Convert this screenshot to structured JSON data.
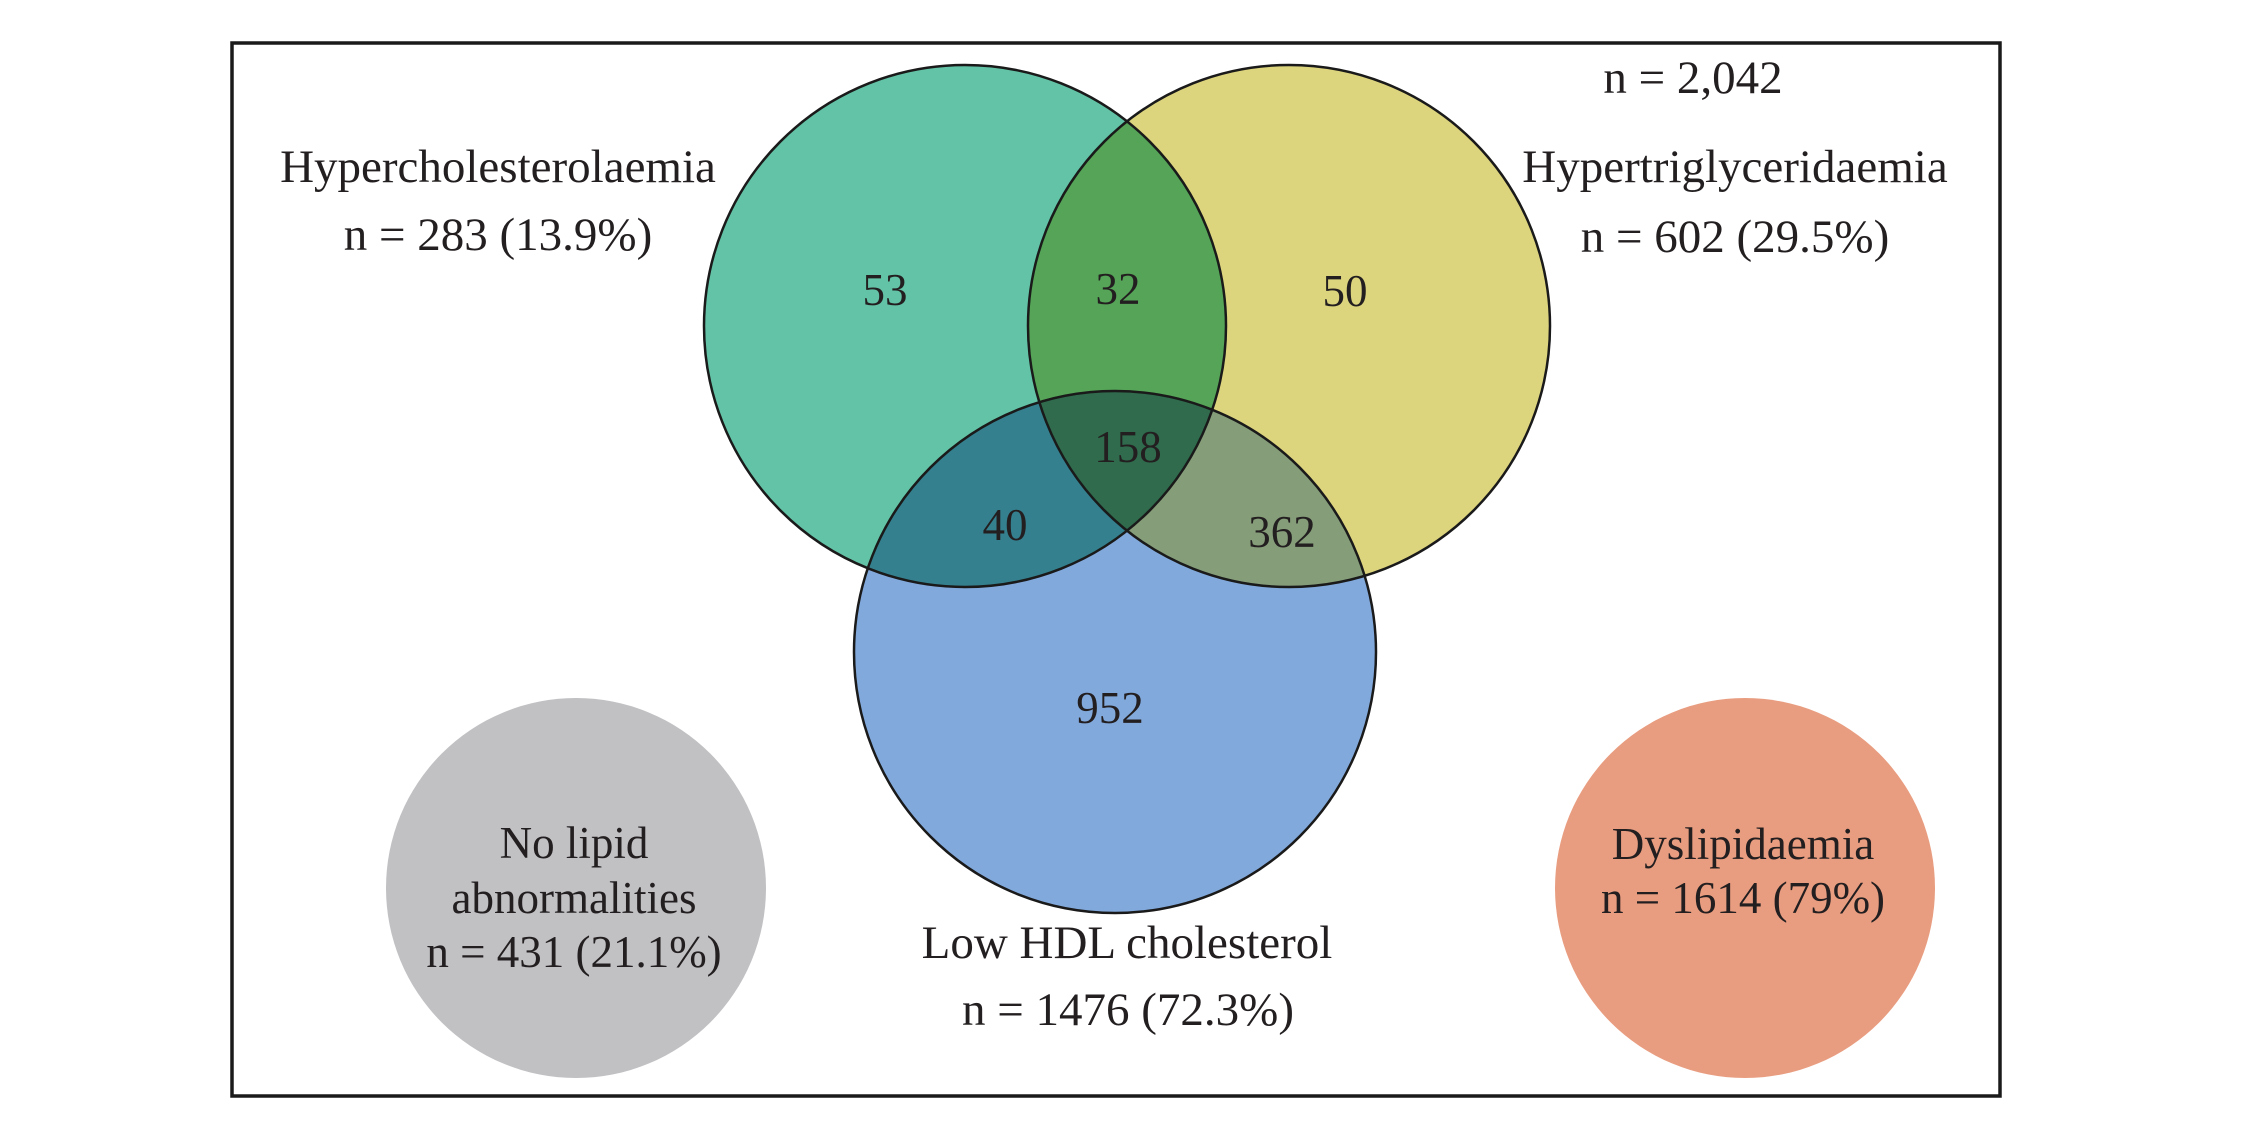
{
  "figure": {
    "total_label": "n = 2,042",
    "labels": {
      "hypercholesterolaemia": {
        "title": "Hypercholesterolaemia",
        "count": "n = 283 (13.9%)"
      },
      "hypertriglyceridaemia": {
        "title": "Hypertriglyceridaemia",
        "count": "n = 602 (29.5%)"
      },
      "low_hdl": {
        "title": "Low HDL cholesterol",
        "count": "n = 1476 (72.3%)"
      },
      "no_lipid": {
        "title_line1": "No lipid",
        "title_line2": "abnormalities",
        "count": "n = 431 (21.1%)"
      },
      "dyslipidaemia": {
        "title": "Dyslipidaemia",
        "count": "n = 1614 (79%)"
      }
    },
    "region_values": {
      "chol_only": "53",
      "chol_and_trig": "32",
      "trig_only": "50",
      "all_three": "158",
      "chol_and_hdl": "40",
      "trig_and_hdl": "362",
      "hdl_only": "952"
    },
    "colors": {
      "chol_circle": "#63c3a6",
      "trig_circle": "#ddd47e",
      "hdl_circle": "#82a9dc",
      "chol_trig_overlap": "#55a458",
      "chol_hdl_overlap": "#35808e",
      "trig_hdl_overlap": "#859d79",
      "all_three_overlap": "#2f6b4c",
      "no_lipid_circle": "#c1c0c3",
      "dyslipidaemia_circle": "#e99d80",
      "text": "#231f20",
      "outline": "#1a1a1a"
    }
  },
  "chart_data": {
    "type": "venn",
    "title": "",
    "total": {
      "n": 2042,
      "label": "n = 2,042"
    },
    "sets": [
      {
        "name": "Hypercholesterolaemia",
        "n": 283,
        "percent": 13.9
      },
      {
        "name": "Hypertriglyceridaemia",
        "n": 602,
        "percent": 29.5
      },
      {
        "name": "Low HDL cholesterol",
        "n": 1476,
        "percent": 72.3
      }
    ],
    "regions": [
      {
        "sets": [
          "Hypercholesterolaemia"
        ],
        "exclusive_n": 53
      },
      {
        "sets": [
          "Hypercholesterolaemia",
          "Hypertriglyceridaemia"
        ],
        "exclusive_n": 32
      },
      {
        "sets": [
          "Hypertriglyceridaemia"
        ],
        "exclusive_n": 50
      },
      {
        "sets": [
          "Hypercholesterolaemia",
          "Hypertriglyceridaemia",
          "Low HDL cholesterol"
        ],
        "exclusive_n": 158
      },
      {
        "sets": [
          "Hypercholesterolaemia",
          "Low HDL cholesterol"
        ],
        "exclusive_n": 40
      },
      {
        "sets": [
          "Hypertriglyceridaemia",
          "Low HDL cholesterol"
        ],
        "exclusive_n": 362
      },
      {
        "sets": [
          "Low HDL cholesterol"
        ],
        "exclusive_n": 952
      }
    ],
    "standalone_circles": [
      {
        "name": "No lipid abnormalities",
        "n": 431,
        "percent": 21.1
      },
      {
        "name": "Dyslipidaemia",
        "n": 1614,
        "percent": 79
      }
    ]
  }
}
